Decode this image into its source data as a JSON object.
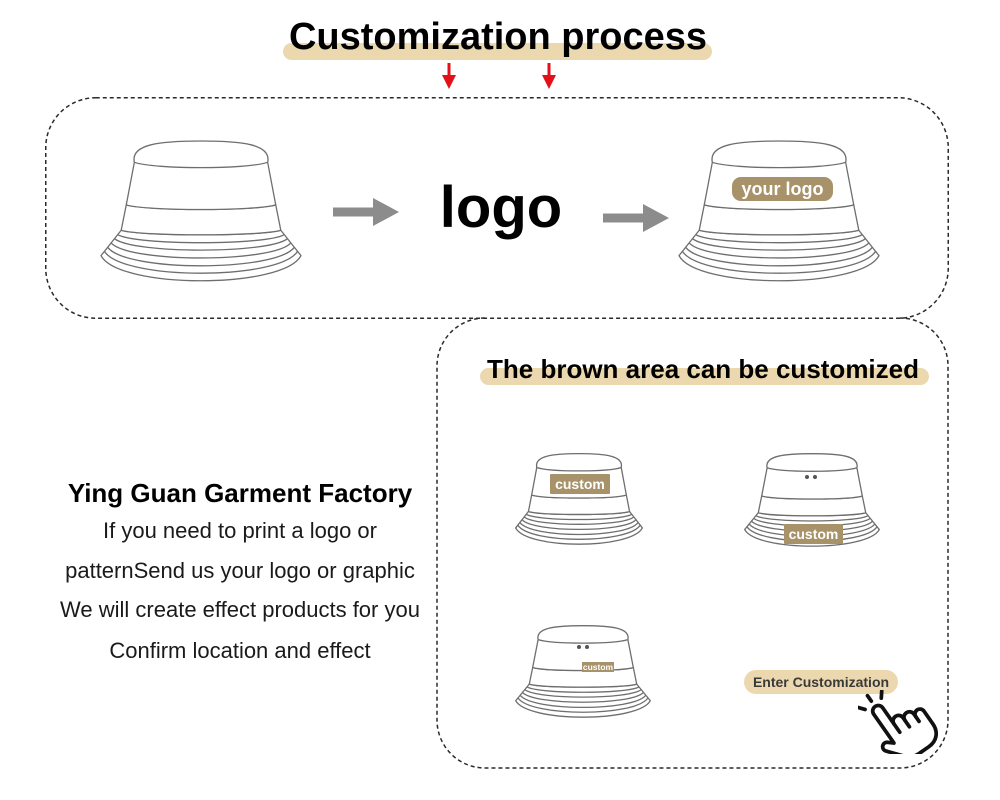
{
  "header": {
    "title": "Customization process"
  },
  "process": {
    "logo_word": "logo",
    "result_label": "your logo"
  },
  "info": {
    "factory_name": "Ying Guan Garment Factory",
    "lines": [
      "If you need to print a logo or",
      "patternSend us your logo or graphic",
      "We will create effect products for you",
      "Confirm location and effect"
    ]
  },
  "customize": {
    "title": "The brown area can be customized",
    "placements": [
      {
        "label": "custom"
      },
      {
        "label": "custom"
      },
      {
        "label": "custom"
      }
    ],
    "button_label": "Enter Customization"
  },
  "icons": {
    "down_arrow": "down-arrow-icon",
    "right_arrow": "right-arrow-icon",
    "hat": "bucket-hat-icon",
    "pointer": "hand-pointer-icon"
  },
  "colors": {
    "highlight": "#ECD8AE",
    "custom_area": "#A8926A",
    "down_arrow": "#E3101A",
    "right_arrow": "#8C8C8C",
    "border": "#2A2A2A",
    "text": "#111111"
  }
}
